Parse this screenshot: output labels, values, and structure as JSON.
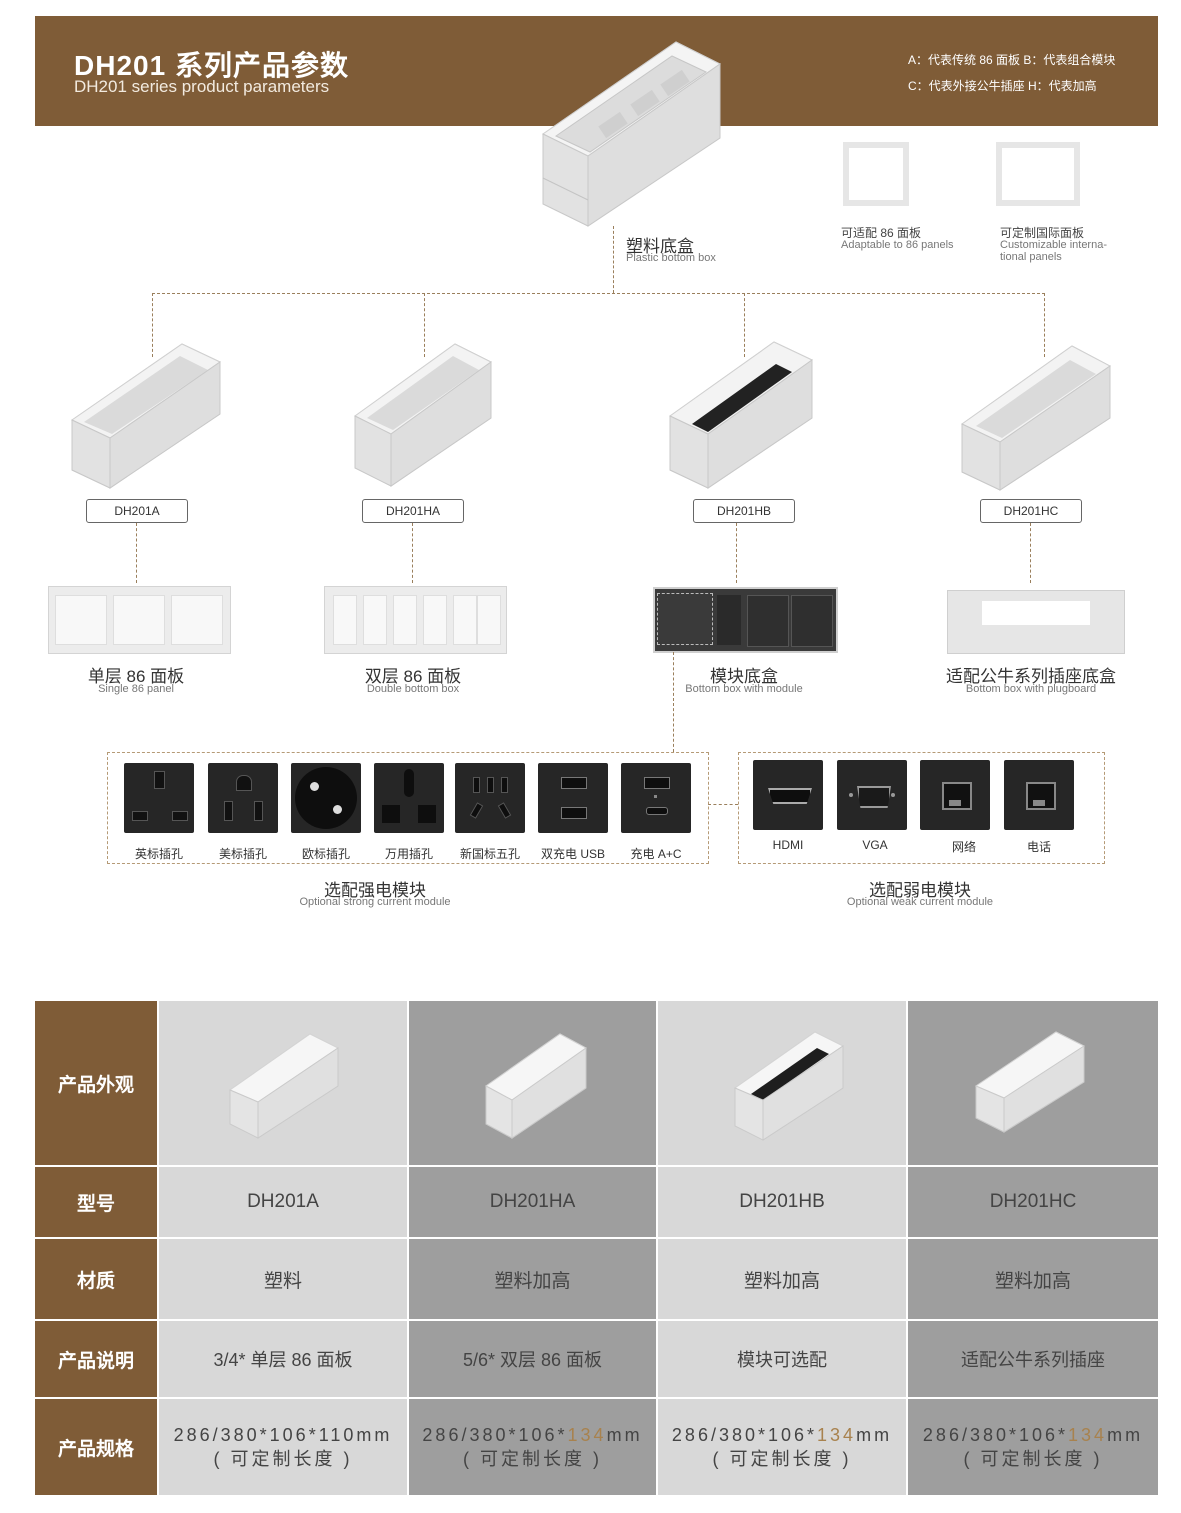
{
  "header": {
    "title": "DH201 系列产品参数",
    "subtitle": "DH201 series product parameters",
    "legend_line1": "A：代表传统 86 面板   B：代表组合模块",
    "legend_line2": "C：代表外接公牛插座   H：代表加高"
  },
  "top_box": {
    "label_cn": "塑料底盒",
    "label_en": "Plastic bottom box"
  },
  "panel_options": [
    {
      "label_cn": "可适配 86 面板",
      "label_en": "Adaptable to 86 panels"
    },
    {
      "label_cn": "可定制国际面板",
      "label_en_1": "Customizable interna-",
      "label_en_2": "tional panels"
    }
  ],
  "models": [
    {
      "name": "DH201A",
      "panel_cn": "单层 86 面板",
      "panel_en": "Single 86 panel"
    },
    {
      "name": "DH201HA",
      "panel_cn": "双层 86 面板",
      "panel_en": "Double bottom box"
    },
    {
      "name": "DH201HB",
      "panel_cn": "模块底盒",
      "panel_en": "Bottom box with module"
    },
    {
      "name": "DH201HC",
      "panel_cn": "适配公牛系列插座底盒",
      "panel_en": "Bottom box with plugboard"
    }
  ],
  "strong_modules": {
    "title_cn": "选配强电模块",
    "title_en": "Optional strong current module",
    "items": [
      {
        "label": "英标插孔",
        "icon": "uk-socket-icon"
      },
      {
        "label": "美标插孔",
        "icon": "us-socket-icon"
      },
      {
        "label": "欧标插孔",
        "icon": "eu-socket-icon"
      },
      {
        "label": "万用插孔",
        "icon": "universal-socket-icon"
      },
      {
        "label": "新国标五孔",
        "icon": "cn-five-hole-socket-icon"
      },
      {
        "label": "双充电 USB",
        "icon": "dual-usb-icon"
      },
      {
        "label": "充电 A+C",
        "icon": "usb-a-c-icon"
      }
    ]
  },
  "weak_modules": {
    "title_cn": "选配弱电模块",
    "title_en": "Optional weak current module",
    "items": [
      {
        "label": "HDMI",
        "icon": "hdmi-icon"
      },
      {
        "label": "VGA",
        "icon": "vga-icon"
      },
      {
        "label": "网络",
        "icon": "network-port-icon"
      },
      {
        "label": "电话",
        "icon": "phone-port-icon"
      }
    ]
  },
  "table": {
    "row_headers": [
      "产品外观",
      "型号",
      "材质",
      "产品说明",
      "产品规格"
    ],
    "columns": [
      {
        "model": "DH201A",
        "material": "塑料",
        "description": "3/4* 单层 86 面板",
        "spec_prefix": "286/380*106*",
        "spec_height": "110",
        "spec_unit": "mm",
        "spec_note": "( 可定制长度 )"
      },
      {
        "model": "DH201HA",
        "material": "塑料加高",
        "description": "5/6* 双层 86 面板",
        "spec_prefix": "286/380*106*",
        "spec_height": "134",
        "spec_unit": "mm",
        "spec_note": "( 可定制长度 )"
      },
      {
        "model": "DH201HB",
        "material": "塑料加高",
        "description": "模块可选配",
        "spec_prefix": "286/380*106*",
        "spec_height": "134",
        "spec_unit": "mm",
        "spec_note": "( 可定制长度 )"
      },
      {
        "model": "DH201HC",
        "material": "塑料加高",
        "description": "适配公牛系列插座",
        "spec_prefix": "286/380*106*",
        "spec_height": "134",
        "spec_unit": "mm",
        "spec_note": "( 可定制长度 )"
      }
    ]
  },
  "colors": {
    "brand_brown": "#7f5c37",
    "highlight": "#a8824e",
    "light_cell": "#d8d8d8",
    "dark_cell": "#9e9e9e"
  }
}
